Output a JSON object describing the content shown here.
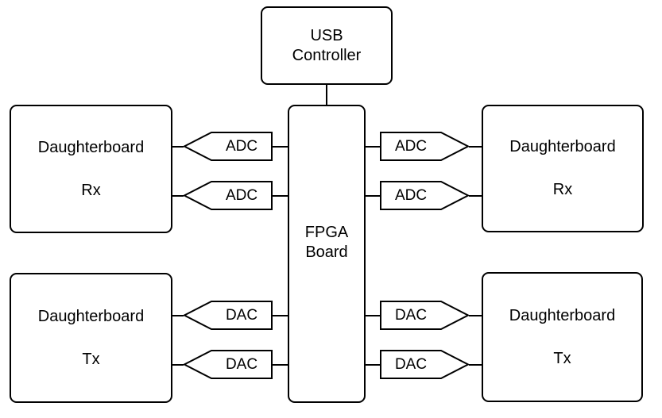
{
  "colors": {
    "background": "#ffffff",
    "stroke": "#000000",
    "text": "#000000"
  },
  "blocks": {
    "usb_controller": {
      "line1": "USB",
      "line2": "Controller"
    },
    "fpga_board": {
      "line1": "FPGA",
      "line2": "Board"
    },
    "rx_left": {
      "line1": "Daughterboard",
      "line2": "Rx"
    },
    "rx_right": {
      "line1": "Daughterboard",
      "line2": "Rx"
    },
    "tx_left": {
      "line1": "Daughterboard",
      "line2": "Tx"
    },
    "tx_right": {
      "line1": "Daughterboard",
      "line2": "Tx"
    }
  },
  "arrows": {
    "adc_left_1": {
      "label": "ADC",
      "direction": "left"
    },
    "adc_left_2": {
      "label": "ADC",
      "direction": "left"
    },
    "adc_right_1": {
      "label": "ADC",
      "direction": "right"
    },
    "adc_right_2": {
      "label": "ADC",
      "direction": "right"
    },
    "dac_left_1": {
      "label": "DAC",
      "direction": "left"
    },
    "dac_left_2": {
      "label": "DAC",
      "direction": "left"
    },
    "dac_right_1": {
      "label": "DAC",
      "direction": "right"
    },
    "dac_right_2": {
      "label": "DAC",
      "direction": "right"
    }
  }
}
